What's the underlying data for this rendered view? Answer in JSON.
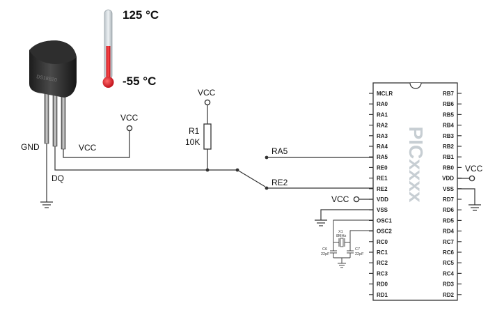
{
  "thermometer": {
    "max_label": "125 °C",
    "min_label": "-55 °C"
  },
  "sensor": {
    "package_text": "DS18B20",
    "gnd_label": "GND",
    "dq_label": "DQ",
    "vcc_label": "VCC"
  },
  "vcc_terminal_label": "VCC",
  "resistor": {
    "name": "R1",
    "value": "10K",
    "vcc_label": "VCC"
  },
  "switch": {
    "ra5_label": "RA5",
    "re2_label": "RE2"
  },
  "chip": {
    "name": "PICxxxx",
    "left_pins": [
      "MCLR",
      "RA0",
      "RA1",
      "RA2",
      "RA3",
      "RA4",
      "RA5",
      "RE0",
      "RE1",
      "RE2",
      "VDD",
      "VSS",
      "OSC1",
      "OSC2",
      "RC0",
      "RC1",
      "RC2",
      "RC3",
      "RD0",
      "RD1"
    ],
    "right_pins": [
      "RB7",
      "RB6",
      "RB5",
      "RB4",
      "RB3",
      "RB2",
      "RB1",
      "RB0",
      "VDD",
      "VSS",
      "RD7",
      "RD6",
      "RD5",
      "RD4",
      "RC7",
      "RC6",
      "RC5",
      "RC4",
      "RD3",
      "RD2"
    ],
    "left_vcc_label": "VCC",
    "right_vcc_label": "VCC"
  },
  "crystal": {
    "name": "X1",
    "freq": "8MHz",
    "c1_name": "C6",
    "c1_value": "22pF",
    "c2_name": "C7",
    "c2_value": "22pF"
  }
}
